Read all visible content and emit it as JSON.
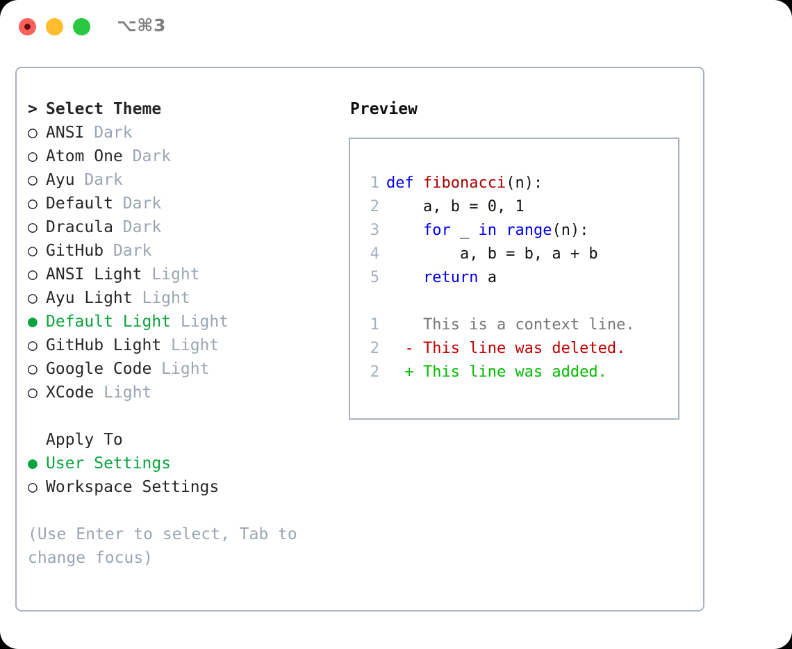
{
  "titlebar": {
    "shortcut": "⌥⌘3",
    "lights": [
      "close-light",
      "minimize-light",
      "zoom-light"
    ]
  },
  "theme_list": {
    "header_marker": ">",
    "header_label": "Select Theme",
    "unselected_marker": "○",
    "selected_marker": "●",
    "items": [
      {
        "name": "ANSI",
        "kind": "Dark",
        "selected": false
      },
      {
        "name": "Atom One",
        "kind": "Dark",
        "selected": false
      },
      {
        "name": "Ayu",
        "kind": "Dark",
        "selected": false
      },
      {
        "name": "Default",
        "kind": "Dark",
        "selected": false
      },
      {
        "name": "Dracula",
        "kind": "Dark",
        "selected": false
      },
      {
        "name": "GitHub",
        "kind": "Dark",
        "selected": false
      },
      {
        "name": "ANSI Light",
        "kind": "Light",
        "selected": false
      },
      {
        "name": "Ayu Light",
        "kind": "Light",
        "selected": false
      },
      {
        "name": "Default Light",
        "kind": "Light",
        "selected": true
      },
      {
        "name": "GitHub Light",
        "kind": "Light",
        "selected": false
      },
      {
        "name": "Google Code",
        "kind": "Light",
        "selected": false
      },
      {
        "name": "XCode",
        "kind": "Light",
        "selected": false
      }
    ]
  },
  "apply_to": {
    "header_label": "Apply To",
    "items": [
      {
        "name": "User Settings",
        "selected": true
      },
      {
        "name": "Workspace Settings",
        "selected": false
      }
    ]
  },
  "hint": "(Use Enter to select, Tab to change focus)",
  "preview": {
    "title": "Preview",
    "code_lines": [
      {
        "num": "1",
        "parts": [
          {
            "t": "def ",
            "c": "kw"
          },
          {
            "t": "fibonacci",
            "c": "fn"
          },
          {
            "t": "(n):",
            "c": "txt"
          }
        ]
      },
      {
        "num": "2",
        "parts": [
          {
            "t": "    a, b = 0, 1",
            "c": "txt"
          }
        ]
      },
      {
        "num": "3",
        "parts": [
          {
            "t": "    ",
            "c": "txt"
          },
          {
            "t": "for",
            "c": "kw"
          },
          {
            "t": " _ ",
            "c": "txt"
          },
          {
            "t": "in",
            "c": "kw"
          },
          {
            "t": " ",
            "c": "txt"
          },
          {
            "t": "range",
            "c": "kw"
          },
          {
            "t": "(n):",
            "c": "txt"
          }
        ]
      },
      {
        "num": "4",
        "parts": [
          {
            "t": "        a, b = b, a + b",
            "c": "txt"
          }
        ]
      },
      {
        "num": "5",
        "parts": [
          {
            "t": "    ",
            "c": "txt"
          },
          {
            "t": "return",
            "c": "kw"
          },
          {
            "t": " a",
            "c": "txt"
          }
        ]
      }
    ],
    "diff_lines": [
      {
        "num": "1",
        "marker": " ",
        "text": "This is a context line.",
        "kind": "ctx"
      },
      {
        "num": "2",
        "marker": "-",
        "text": "This line was deleted.",
        "kind": "del"
      },
      {
        "num": "2",
        "marker": "+",
        "text": "This line was added.",
        "kind": "add"
      }
    ]
  },
  "colors": {
    "accent_green": "#0aa33c",
    "muted_gray": "#9aa5b4",
    "border": "#a8b2c1",
    "keyword_blue": "#0000ee",
    "function_red": "#a80000",
    "diff_delete": "#c00000",
    "diff_add": "#00bb00"
  }
}
